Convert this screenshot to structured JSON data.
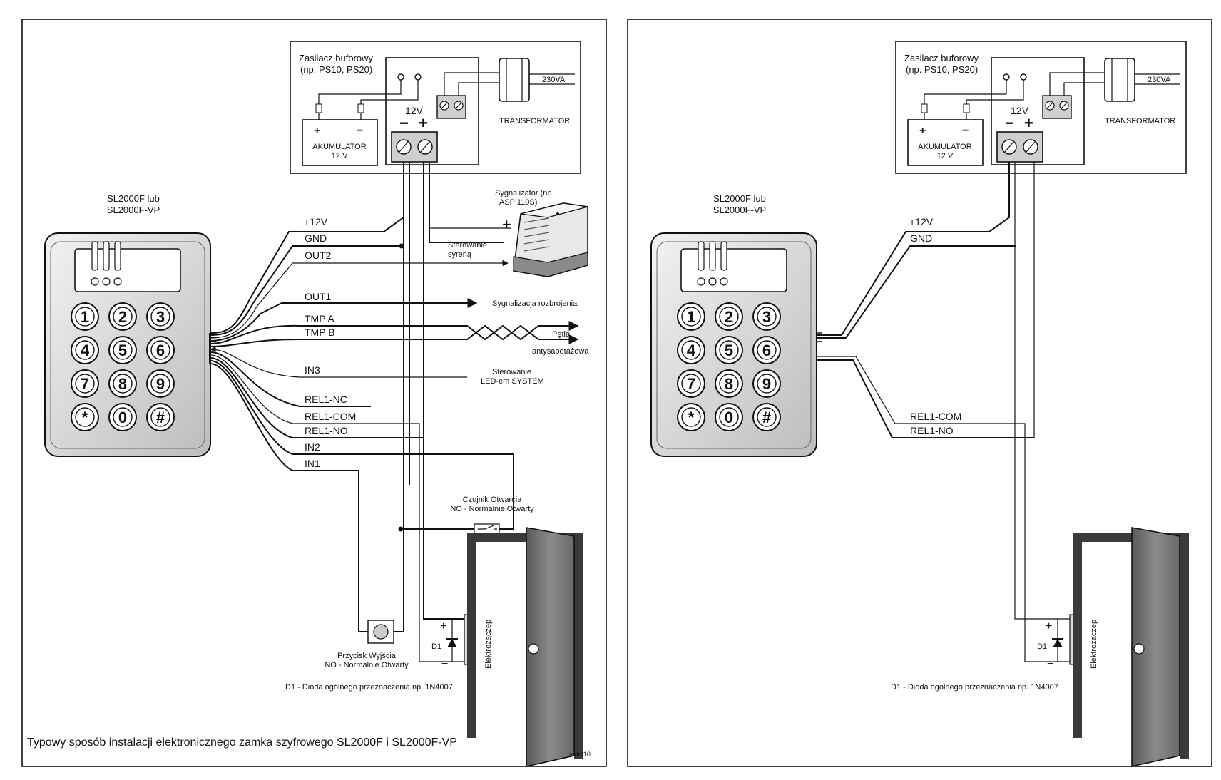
{
  "left": {
    "psu_title_line1": "Zasilacz buforowy",
    "psu_title_line2": "(np. PS10, PS20)",
    "voltage_label": "12V",
    "battery_line1": "AKUMULATOR",
    "battery_line2": "12 V",
    "mains_label": "230VA",
    "transformer_label": "TRANSFORMATOR",
    "keypad_model_line1": "SL2000F lub",
    "keypad_model_line2": "SL2000F-VP",
    "siren_line1": "Sygnalizator (np.",
    "siren_line2": "ASP 110S)",
    "siren_control_line1": "Sterowanie",
    "siren_control_line2": "syreną",
    "arm_signal": "Sygnalizacja rozbrojenia",
    "tamper_loop_line1": "Pętla",
    "tamper_loop_line2": "antysabotażowa",
    "led_control_line1": "Sterowanie",
    "led_control_line2": "LED-em SYSTEM",
    "door_sensor_line1": "Czujnik Otwarcia",
    "door_sensor_line2": "NO - Normalnie Otwarty",
    "exit_button_line1": "Przycisk Wyjścia",
    "exit_button_line2": "NO - Normalnie Otwarty",
    "diode_label": "D1",
    "diode_note": "D1 - Dioda ogólnego przeznaczenia np. 1N4007",
    "strike_label": "Elektrozaczep",
    "caption": "Typowy sposób instalacji elektronicznego zamka szyfrowego SL2000F i SL2000F-VP",
    "ref_code": "rcdr110",
    "wires": {
      "v12": "+12V",
      "gnd": "GND",
      "out2": "OUT2",
      "out1": "OUT1",
      "tmpa": "TMP A",
      "tmpb": "TMP B",
      "in3": "IN3",
      "rel1nc": "REL1-NC",
      "rel1com": "REL1-COM",
      "rel1no": "REL1-NO",
      "in2": "IN2",
      "in1": "IN1"
    }
  },
  "right": {
    "psu_title_line1": "Zasilacz buforowy",
    "psu_title_line2": "(np. PS10, PS20)",
    "voltage_label": "12V",
    "battery_line1": "AKUMULATOR",
    "battery_line2": "12 V",
    "mains_label": "230VA",
    "transformer_label": "TRANSFORMATOR",
    "keypad_model_line1": "SL2000F lub",
    "keypad_model_line2": "SL2000F-VP",
    "diode_label": "D1",
    "diode_note": "D1 - Dioda ogólnego przeznaczenia np. 1N4007",
    "strike_label": "Elektrozaczep",
    "wires": {
      "v12": "+12V",
      "gnd": "GND",
      "rel1com": "REL1-COM",
      "rel1no": "REL1-NO"
    }
  },
  "keys": [
    "1",
    "2",
    "3",
    "4",
    "5",
    "6",
    "7",
    "8",
    "9",
    "*",
    "0",
    "#"
  ],
  "colors": {
    "line": "#111111",
    "door": "#6e6e6e",
    "frame": "#3a3a3a",
    "terminal": "#cfcfcf",
    "keypad_body": "#d9d9d9",
    "siren_body": "#d0d0d0"
  }
}
